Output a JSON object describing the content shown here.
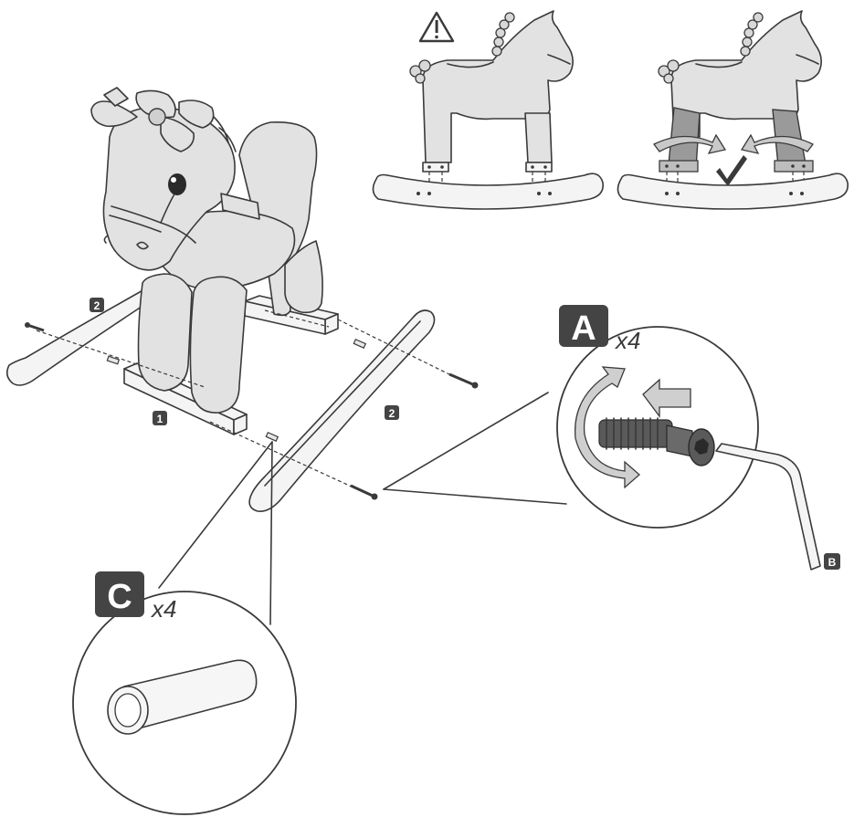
{
  "labels": {
    "part_1": "1",
    "part_2_left": "2",
    "part_2_right": "2",
    "callout_a": "A",
    "callout_a_qty": "x4",
    "callout_c": "C",
    "callout_c_qty": "x4",
    "tool_b": "B"
  },
  "icons": {
    "warning": "warning-triangle-icon",
    "correct": "checkmark-icon"
  },
  "colors": {
    "ink": "#3a3a3a",
    "body": "#e2e2e2",
    "badge": "#444444"
  }
}
